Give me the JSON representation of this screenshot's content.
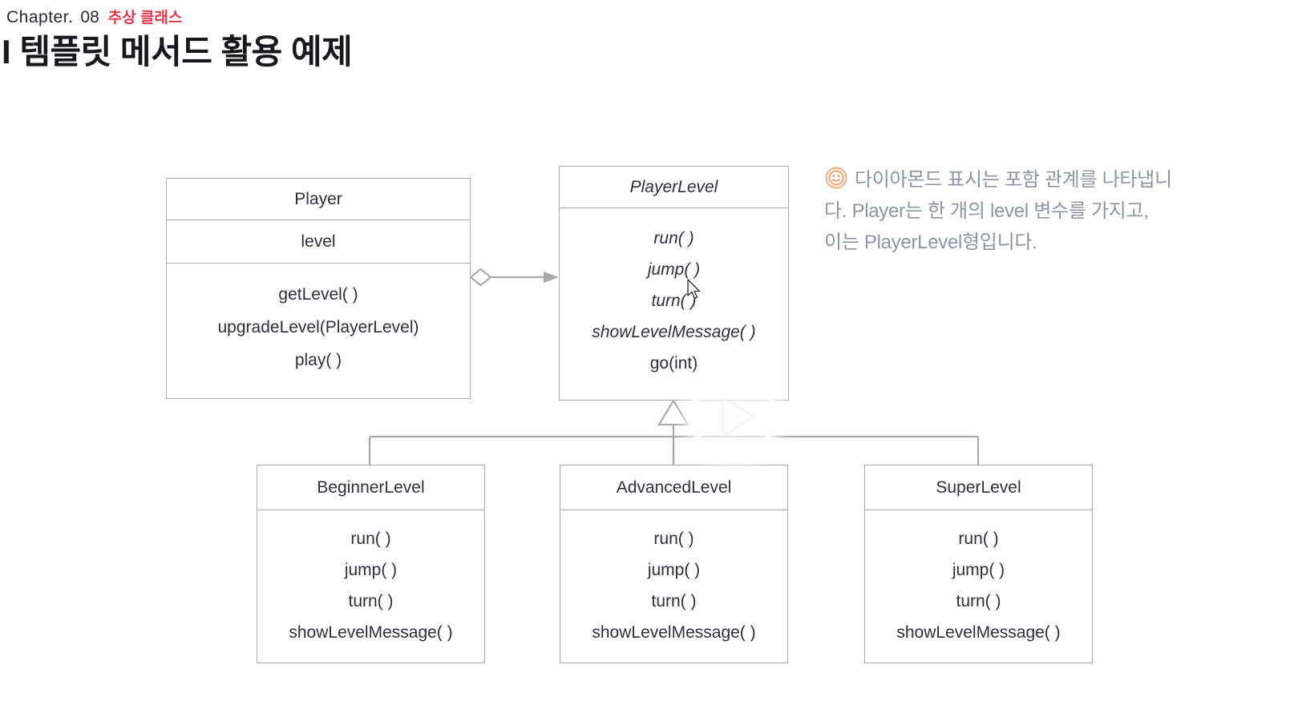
{
  "header": {
    "chapter_label": "Chapter.",
    "chapter_number": "08",
    "chapter_topic": "추상 클래스",
    "topic_color": "#e8394a",
    "page_title": "I 템플릿 메서드 활용 예제"
  },
  "diagram": {
    "type": "uml-class-diagram",
    "classes": [
      {
        "id": "player",
        "name": "Player",
        "abstract": false,
        "attributes": [
          "level"
        ],
        "operations": [
          "getLevel( )",
          "upgradeLevel(PlayerLevel)",
          "play( )"
        ]
      },
      {
        "id": "playerlevel",
        "name": "PlayerLevel",
        "abstract": true,
        "attributes": [],
        "operations": [
          "run( )",
          "jump( )",
          "turn( )",
          "showLevelMessage( )",
          "go(int)"
        ],
        "operation_styles": [
          "italic",
          "italic",
          "italic",
          "italic",
          "normal"
        ]
      },
      {
        "id": "beginner",
        "name": "BeginnerLevel",
        "abstract": false,
        "attributes": [],
        "operations": [
          "run( )",
          "jump( )",
          "turn( )",
          "showLevelMessage( )"
        ]
      },
      {
        "id": "advanced",
        "name": "AdvancedLevel",
        "abstract": false,
        "attributes": [],
        "operations": [
          "run( )",
          "jump( )",
          "turn( )",
          "showLevelMessage( )"
        ]
      },
      {
        "id": "super",
        "name": "SuperLevel",
        "abstract": false,
        "attributes": [],
        "operations": [
          "run( )",
          "jump( )",
          "turn( )",
          "showLevelMessage( )"
        ]
      }
    ],
    "relationships": [
      {
        "kind": "aggregation",
        "from": "player",
        "to": "playerlevel",
        "marker": "hollow-diamond-with-open-arrow"
      },
      {
        "kind": "generalization",
        "from": "beginner",
        "to": "playerlevel",
        "marker": "hollow-triangle"
      },
      {
        "kind": "generalization",
        "from": "advanced",
        "to": "playerlevel",
        "marker": "hollow-triangle"
      },
      {
        "kind": "generalization",
        "from": "super",
        "to": "playerlevel",
        "marker": "hollow-triangle"
      }
    ],
    "line_color": "#a8a8ad"
  },
  "note": {
    "icon": "smiley-face-icon",
    "icon_color": "#f0a878",
    "text_color": "#8f93a6",
    "line1": "다이아몬드 표시는 포함 관계를 나타냅니",
    "line2": "다. Player는 한 개의 level 변수를 가지고,",
    "line3": "이는 PlayerLevel형입니다."
  },
  "overlay": {
    "play_button": "play-icon"
  }
}
